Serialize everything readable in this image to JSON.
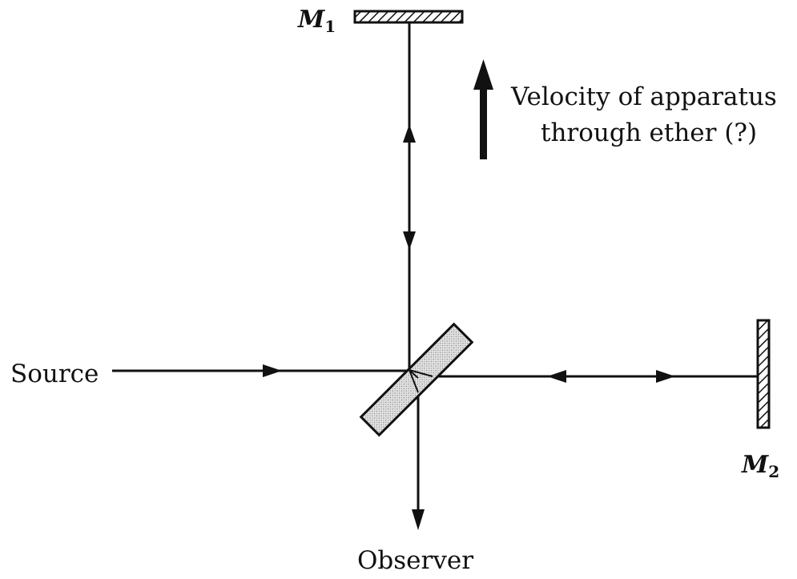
{
  "labels": {
    "mirror1": {
      "main": "M",
      "sub": "1"
    },
    "mirror2": {
      "main": "M",
      "sub": "2"
    },
    "velocity_line1": "Velocity of apparatus",
    "velocity_line2": "through ether (?)",
    "source": "Source",
    "observer": "Observer"
  }
}
